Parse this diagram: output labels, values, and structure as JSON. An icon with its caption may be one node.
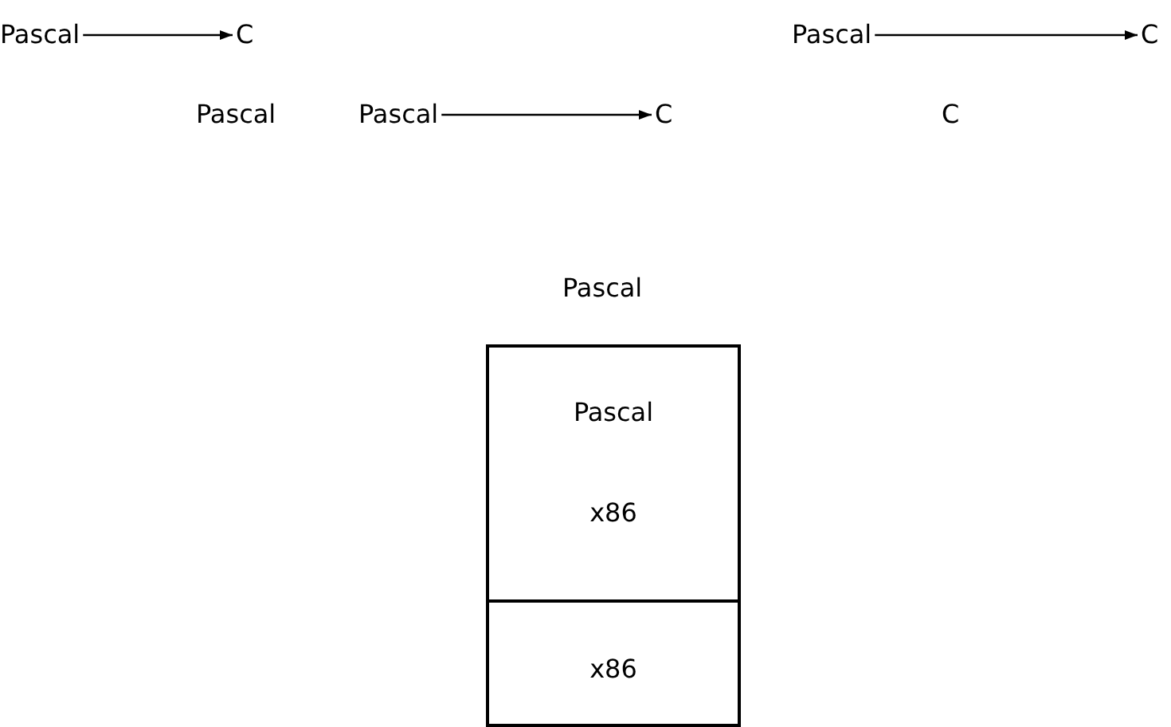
{
  "diagram": {
    "nodes": [
      {
        "text": [
          "Pascal"
        ]
      },
      {
        "text": [
          "C"
        ]
      },
      {
        "text": [
          "Pascal"
        ]
      },
      {
        "text": [
          "C"
        ]
      },
      {
        "text": [
          "Pascal"
        ]
      },
      {
        "text": [
          "C"
        ]
      },
      {
        "text": [
          "Pascal",
          "x86"
        ]
      },
      {
        "text": [
          "x86"
        ]
      }
    ],
    "edges": [
      {
        "from": 0,
        "to": 1,
        "arrow": "to"
      },
      {
        "from": 2,
        "to": 3,
        "arrow": "to"
      },
      {
        "from": 4,
        "to": 5,
        "arrow": "to"
      }
    ],
    "labels": [
      "Pascal",
      "C",
      "Pascal"
    ]
  }
}
